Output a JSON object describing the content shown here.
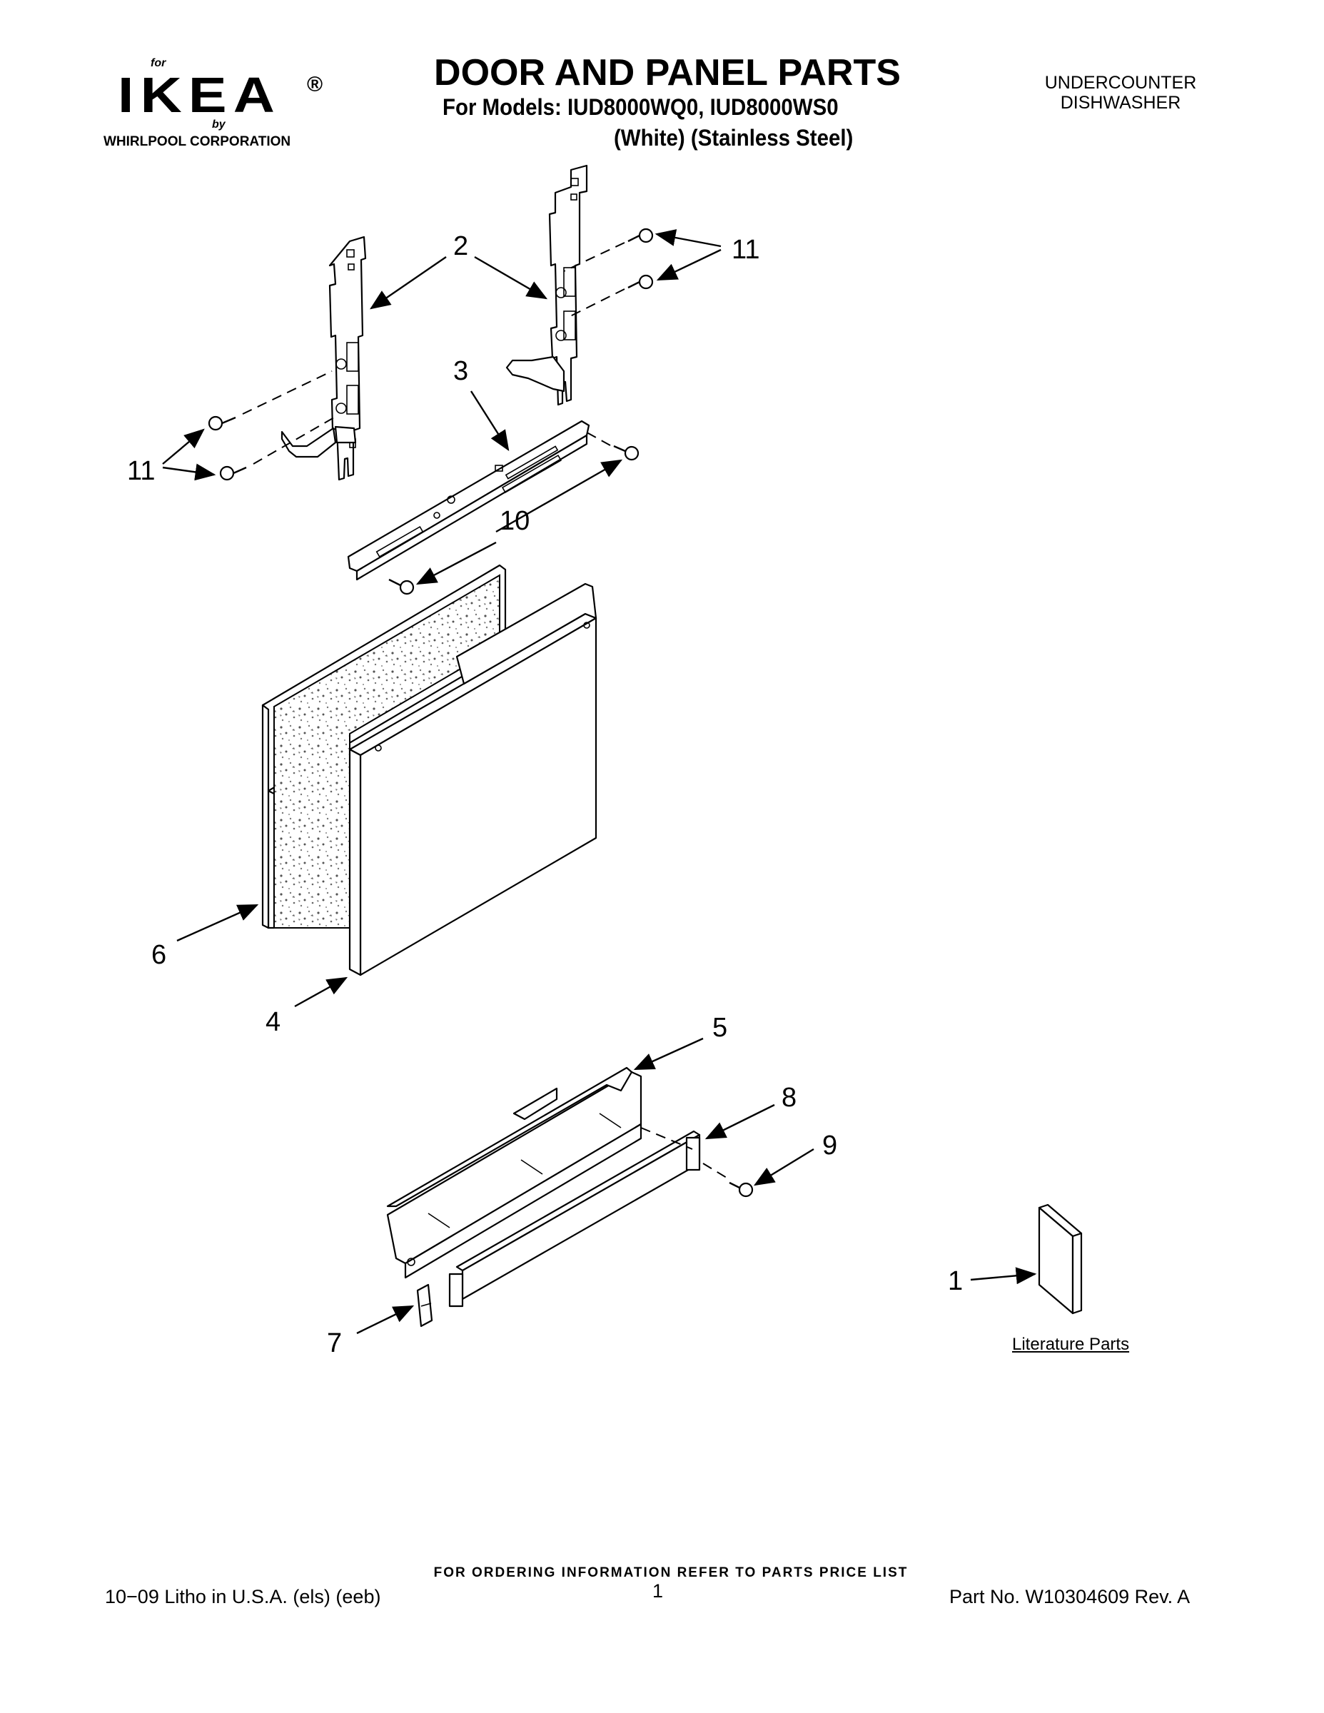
{
  "logo": {
    "for": "for",
    "brand": "IKEA",
    "registered": "®",
    "by": "by",
    "corporation": "WHIRLPOOL  CORPORATION"
  },
  "header": {
    "title": "DOOR AND PANEL PARTS",
    "models_line": "For Models: IUD8000WQ0, IUD8000WS0",
    "variants_line": "(White)    (Stainless Steel)",
    "category_line1": "UNDERCOUNTER",
    "category_line2": "DISHWASHER"
  },
  "callouts": {
    "c1": "1",
    "c2": "2",
    "c3": "3",
    "c4": "4",
    "c5": "5",
    "c6": "6",
    "c7": "7",
    "c8": "8",
    "c9": "9",
    "c10": "10",
    "c11a": "11",
    "c11b": "11"
  },
  "literature_label": "Literature Parts",
  "footer": {
    "ordering": "FOR ORDERING INFORMATION REFER TO PARTS PRICE LIST",
    "litho": "10−09 Litho in U.S.A. (els) (eeb)",
    "page": "1",
    "part_no": "Part No. W10304609 Rev. A"
  }
}
